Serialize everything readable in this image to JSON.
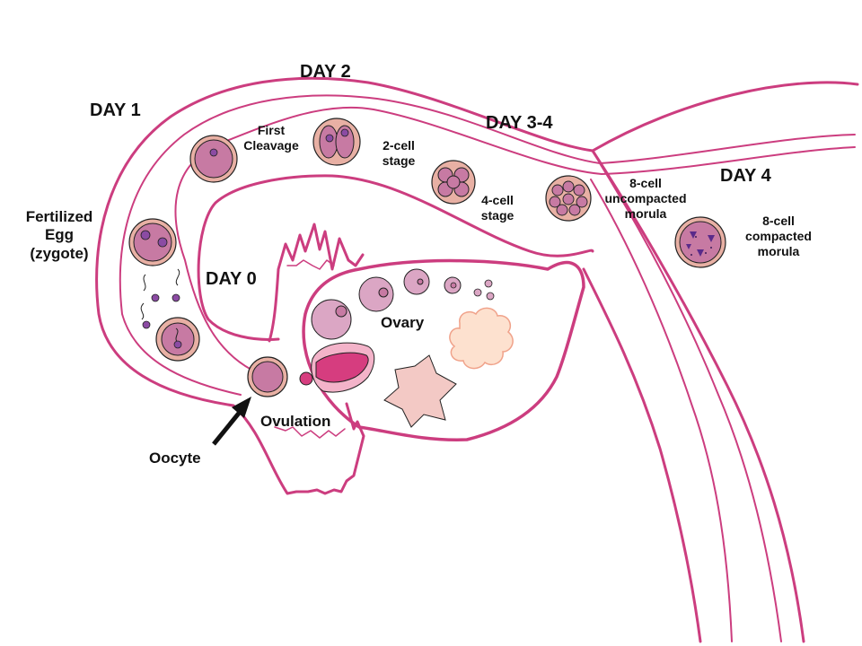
{
  "days": {
    "day0": "DAY 0",
    "day1": "DAY 1",
    "day2": "DAY 2",
    "day34": "DAY 3-4",
    "day4": "DAY 4"
  },
  "labels": {
    "fertilized_line1": "Fertilized",
    "fertilized_line2": "Egg",
    "fertilized_line3": "(zygote)",
    "first_cleavage_line1": "First",
    "first_cleavage_line2": "Cleavage",
    "two_cell_line1": "2-cell",
    "two_cell_line2": "stage",
    "four_cell_line1": "4-cell",
    "four_cell_line2": "stage",
    "uncompacted_line1": "8-cell",
    "uncompacted_line2": "uncompacted",
    "uncompacted_line3": "morula",
    "compacted_line1": "8-cell",
    "compacted_line2": "compacted",
    "compacted_line3": "morula",
    "ovary": "Ovary",
    "ovulation": "Ovulation",
    "oocyte": "Oocyte"
  },
  "colors": {
    "tube": "#cc3d7f",
    "cell_fill": "#c77aa3",
    "cell_ring": "#e8b0a4",
    "nucleus": "#8b4ba3",
    "follicle": "#dba6c4",
    "corpus": "#d63d7f",
    "star": "#f3c9c5",
    "cloud": "#fde1cf",
    "cloud_edge": "#f0a28a"
  }
}
